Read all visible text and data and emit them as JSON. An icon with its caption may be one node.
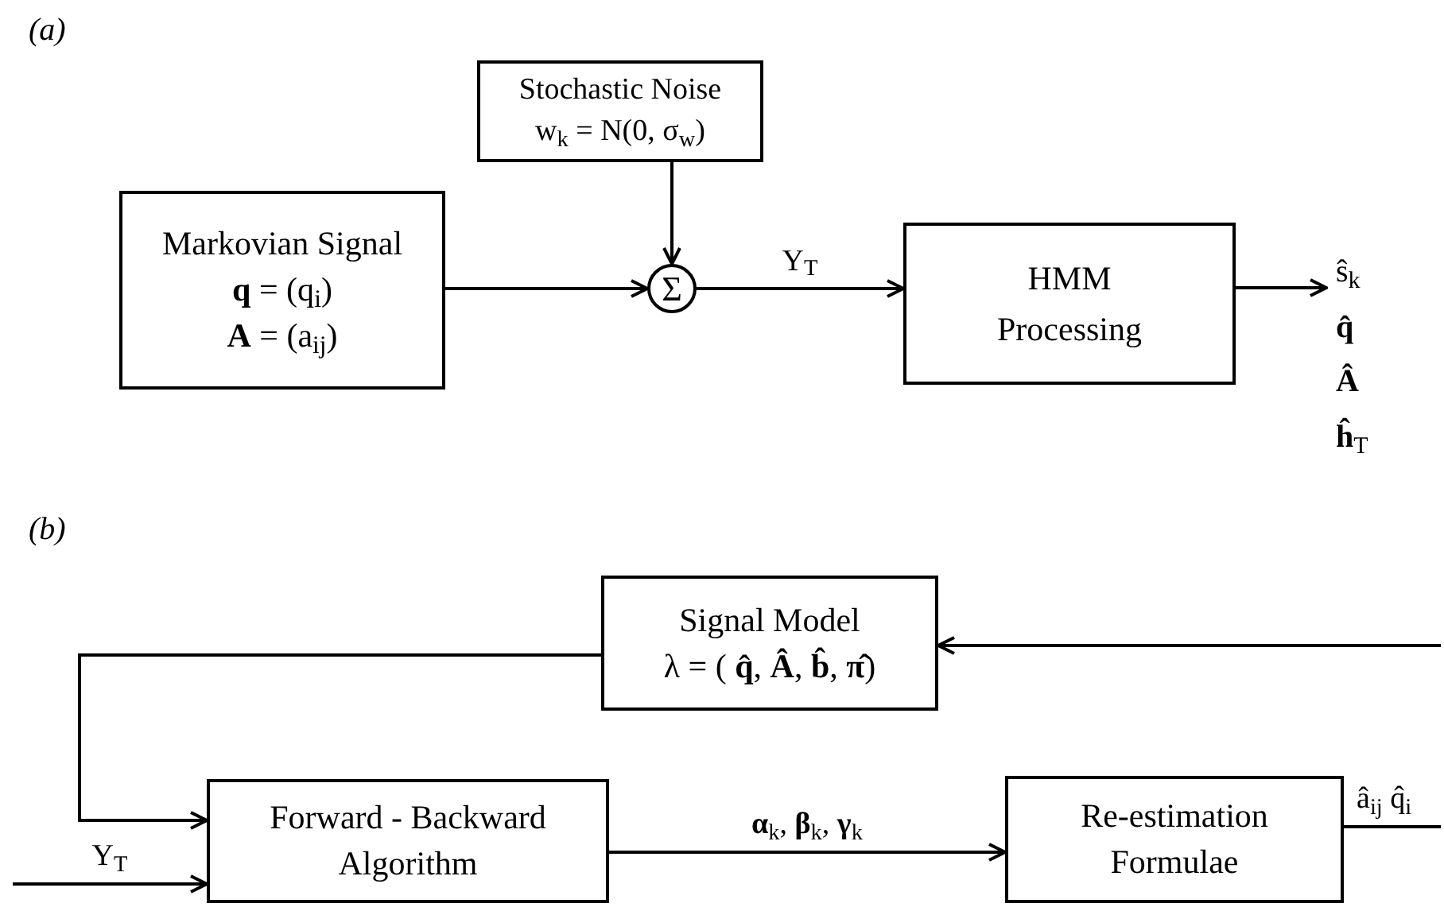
{
  "diagram": {
    "nodes": [
      {
        "text": [
          "Stochastic Noise",
          "w$_{k}$ = N(0, σ$_{w}$)"
        ]
      },
      {
        "text": [
          "Markovian Signal",
          "**q** = (q$_{i}$)",
          "**A** = (a$_{ij}$)"
        ]
      },
      {
        "text": [
          "Σ"
        ]
      },
      {
        "text": [
          "HMM Processing"
        ]
      },
      {
        "text": [
          "ŝ$_{k}$",
          "**q̂**",
          "**Â**",
          "**ĥ**$_{T}$"
        ]
      },
      {
        "text": [
          "Signal Model",
          "λ = ( **q̂**, **Â**, **b̂**, **π̂**)"
        ]
      },
      {
        "text": [
          "Forward - Backward Algorithm"
        ]
      },
      {
        "text": [
          "Re-estimation Formulae"
        ]
      }
    ],
    "edges": [
      {
        "from": 0,
        "to": 2,
        "arrow": "to"
      },
      {
        "from": 1,
        "to": 2,
        "arrow": "to"
      },
      {
        "from": 2,
        "to": 3,
        "arrow": "to",
        "label": "Y$_{T}$"
      },
      {
        "from": 3,
        "to": 4,
        "arrow": "to"
      },
      {
        "from": 5,
        "to": 6,
        "arrow": "to"
      },
      {
        "from": null,
        "to": 6,
        "arrow": "to",
        "label": "Y$_{T}$"
      },
      {
        "from": 6,
        "to": 7,
        "arrow": "to",
        "label": "**α**$_{k}$, **β**$_{k}$, **γ**$_{k}$"
      },
      {
        "from": 7,
        "to": null,
        "arrow": "none",
        "label": "â$_{ij}$  q̂$_{i}$"
      },
      {
        "from": null,
        "to": 5,
        "arrow": "to"
      }
    ],
    "labels": [
      "(a)",
      "(b)"
    ]
  }
}
